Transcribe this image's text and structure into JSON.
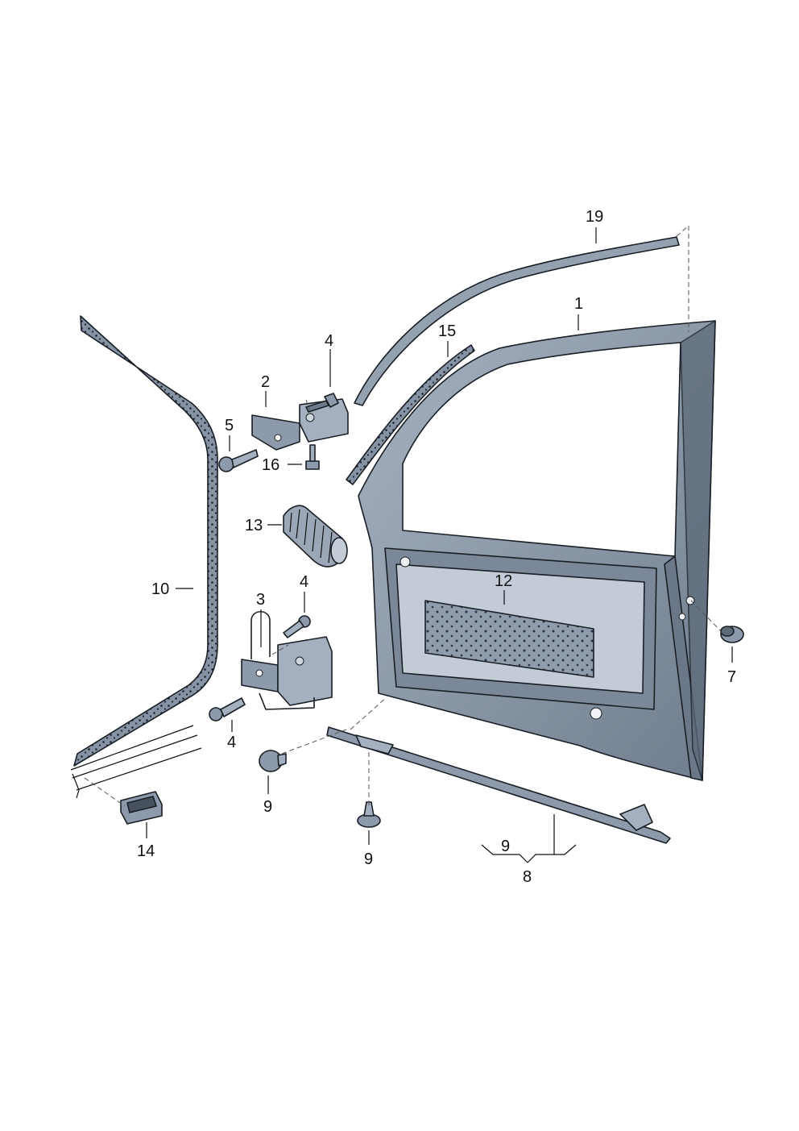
{
  "colors": {
    "part_fill": "#8a97a8",
    "part_fill_light": "#b8c2ce",
    "part_fill_dark": "#5d6a7a",
    "outline": "#1a1f26",
    "text": "#111111",
    "background": "#ffffff"
  },
  "callouts": {
    "c19": "19",
    "c1": "1",
    "c15": "15",
    "c4a": "4",
    "c2": "2",
    "c5": "5",
    "c16": "16",
    "c13": "13",
    "c10": "10",
    "c3": "3",
    "c4b": "4",
    "c12": "12",
    "c7": "7",
    "c4c": "4",
    "c9a": "9",
    "c9b": "9",
    "c9c": "9",
    "c8": "8",
    "c14": "14"
  }
}
